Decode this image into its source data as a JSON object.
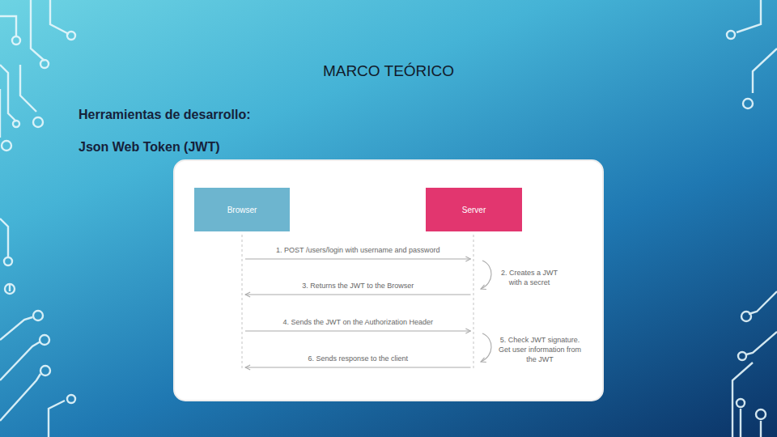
{
  "diagram": {
    "title": "MARCO TEÓRICO",
    "nodes": [
      {
        "text": [
          "Browser"
        ]
      },
      {
        "text": [
          "Server"
        ]
      }
    ],
    "edges": [
      {
        "from": 0,
        "to": 1,
        "arrow": "to",
        "label": "1. POST /users/login with username and password"
      },
      {
        "from": 1,
        "to": 0,
        "arrow": "to",
        "label": "3. Returns the JWT to the Browser"
      },
      {
        "from": 0,
        "to": 1,
        "arrow": "to",
        "label": "4. Sends the JWT on the Authorization Header"
      },
      {
        "from": 1,
        "to": 0,
        "arrow": "to",
        "label": "6. Sends response to the client"
      }
    ],
    "labels": [
      "Herramientas de desarrollo:",
      "Json Web Token (JWT)",
      "2. Creates a JWT with a secret",
      "5. Check JWT signature. Get user information from the JWT"
    ]
  }
}
